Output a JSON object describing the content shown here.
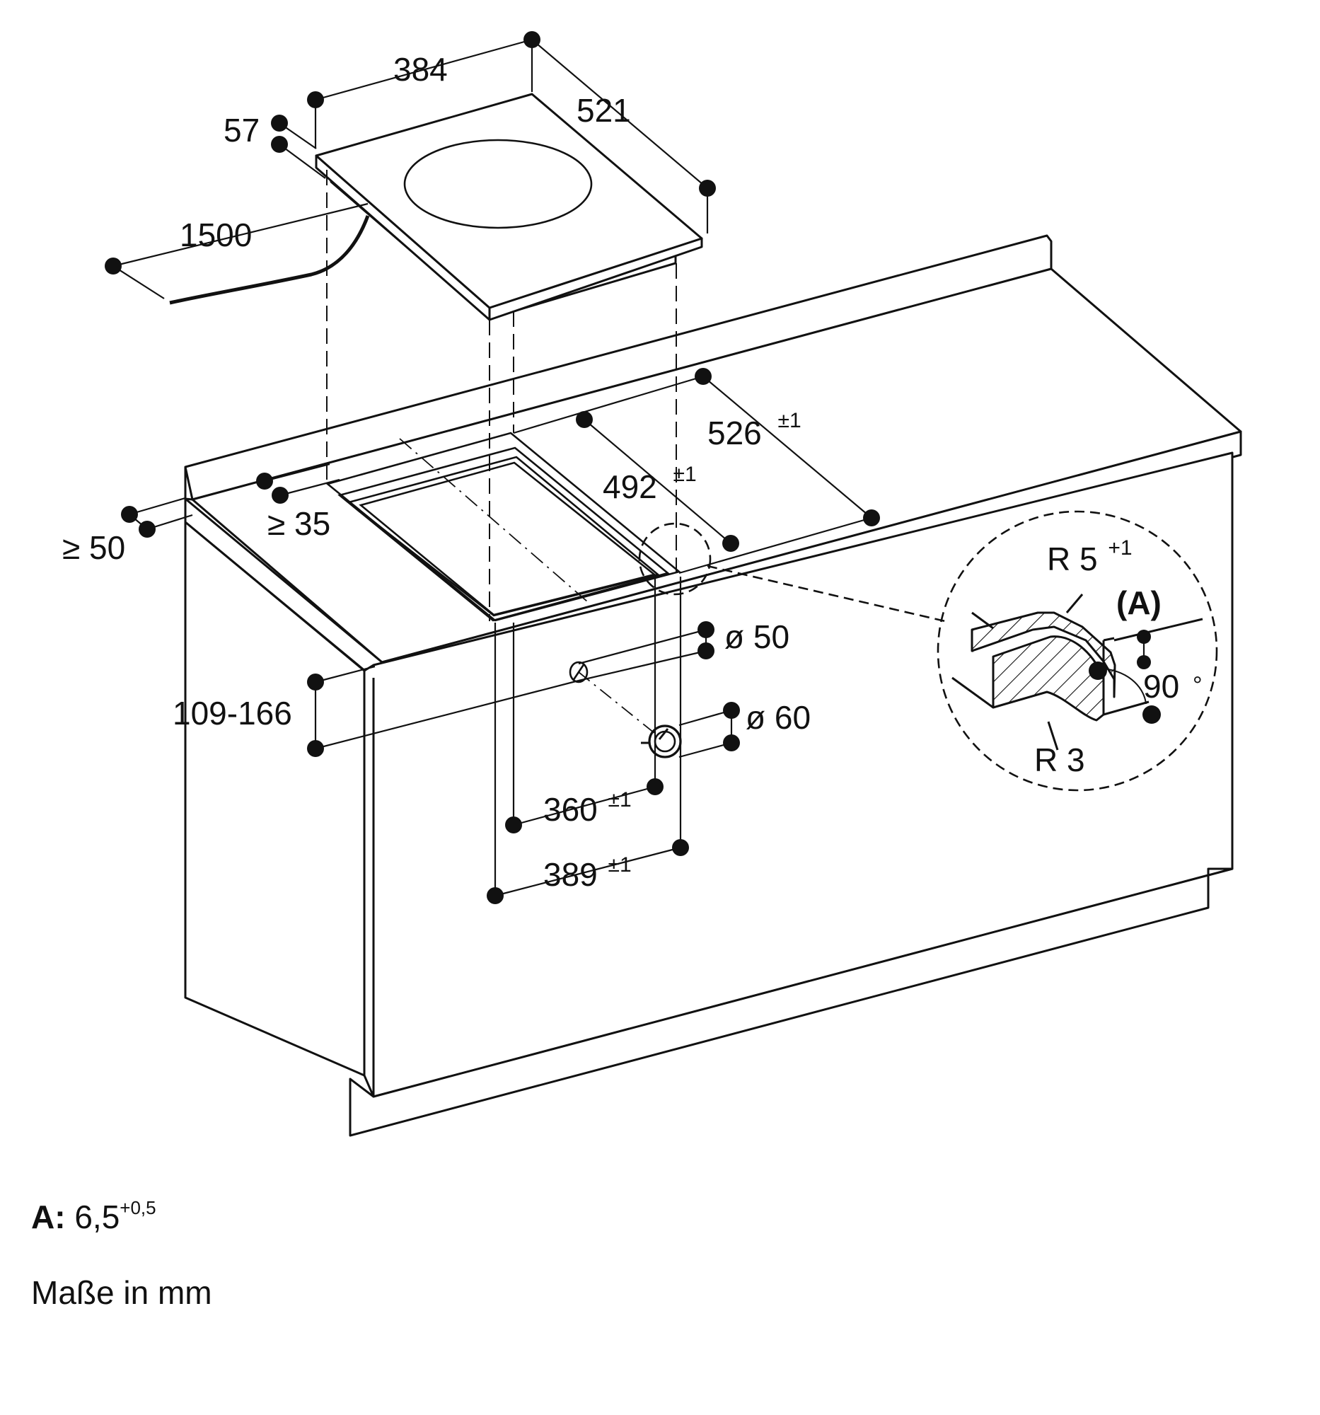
{
  "dimensions": {
    "hob_width": "384",
    "hob_depth": "521",
    "hob_thickness": "57",
    "cable_length": "1500",
    "cutout_depth": "526",
    "cutout_depth_tol": "±1",
    "recess_depth": "492",
    "recess_depth_tol": "±1",
    "edge_front_min": "≥ 50",
    "edge_side_min": "≥ 35",
    "hole_diameter_small": "ø 50",
    "hole_diameter_large": "ø 60",
    "worktop_height_range": "109-166",
    "cutout_width_inner": "360",
    "cutout_width_inner_tol": "±1",
    "cutout_width_outer": "389",
    "cutout_width_outer_tol": "±1"
  },
  "detail": {
    "radius_top": "R 5",
    "radius_top_tol": "+1",
    "radius_bottom": "R 3",
    "label_a": "(A)",
    "angle": "90",
    "angle_unit": "°"
  },
  "legend": {
    "a_label": "A:",
    "a_value": "6,5",
    "a_tol": "+0,5",
    "units": "Maße in mm"
  }
}
